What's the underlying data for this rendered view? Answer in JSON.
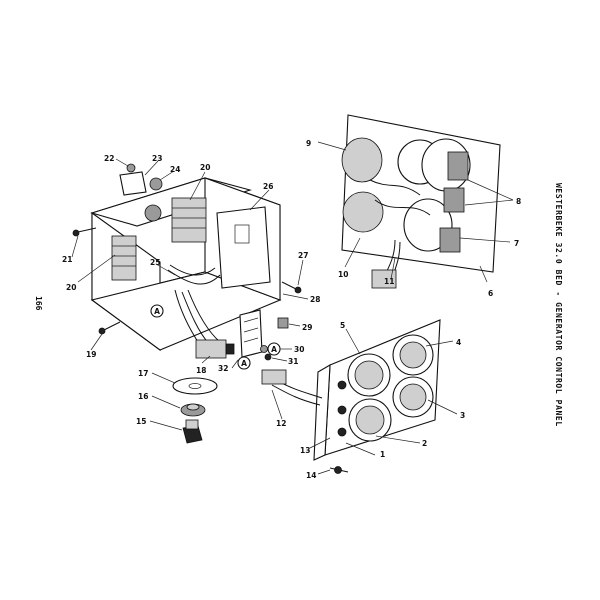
{
  "side_title": "WESTERBEKE 32.0 BED - GENERATOR CONTROL PANEL",
  "page_number": "166",
  "callouts": [
    "1",
    "2",
    "3",
    "4",
    "5",
    "6",
    "7",
    "8",
    "9",
    "10",
    "11",
    "12",
    "13",
    "14",
    "15",
    "16",
    "17",
    "18",
    "19",
    "20",
    "20",
    "21",
    "22",
    "23",
    "24",
    "25",
    "26",
    "27",
    "28",
    "29",
    "30",
    "31",
    "32"
  ],
  "circle_labels": [
    "A",
    "A",
    "A"
  ]
}
